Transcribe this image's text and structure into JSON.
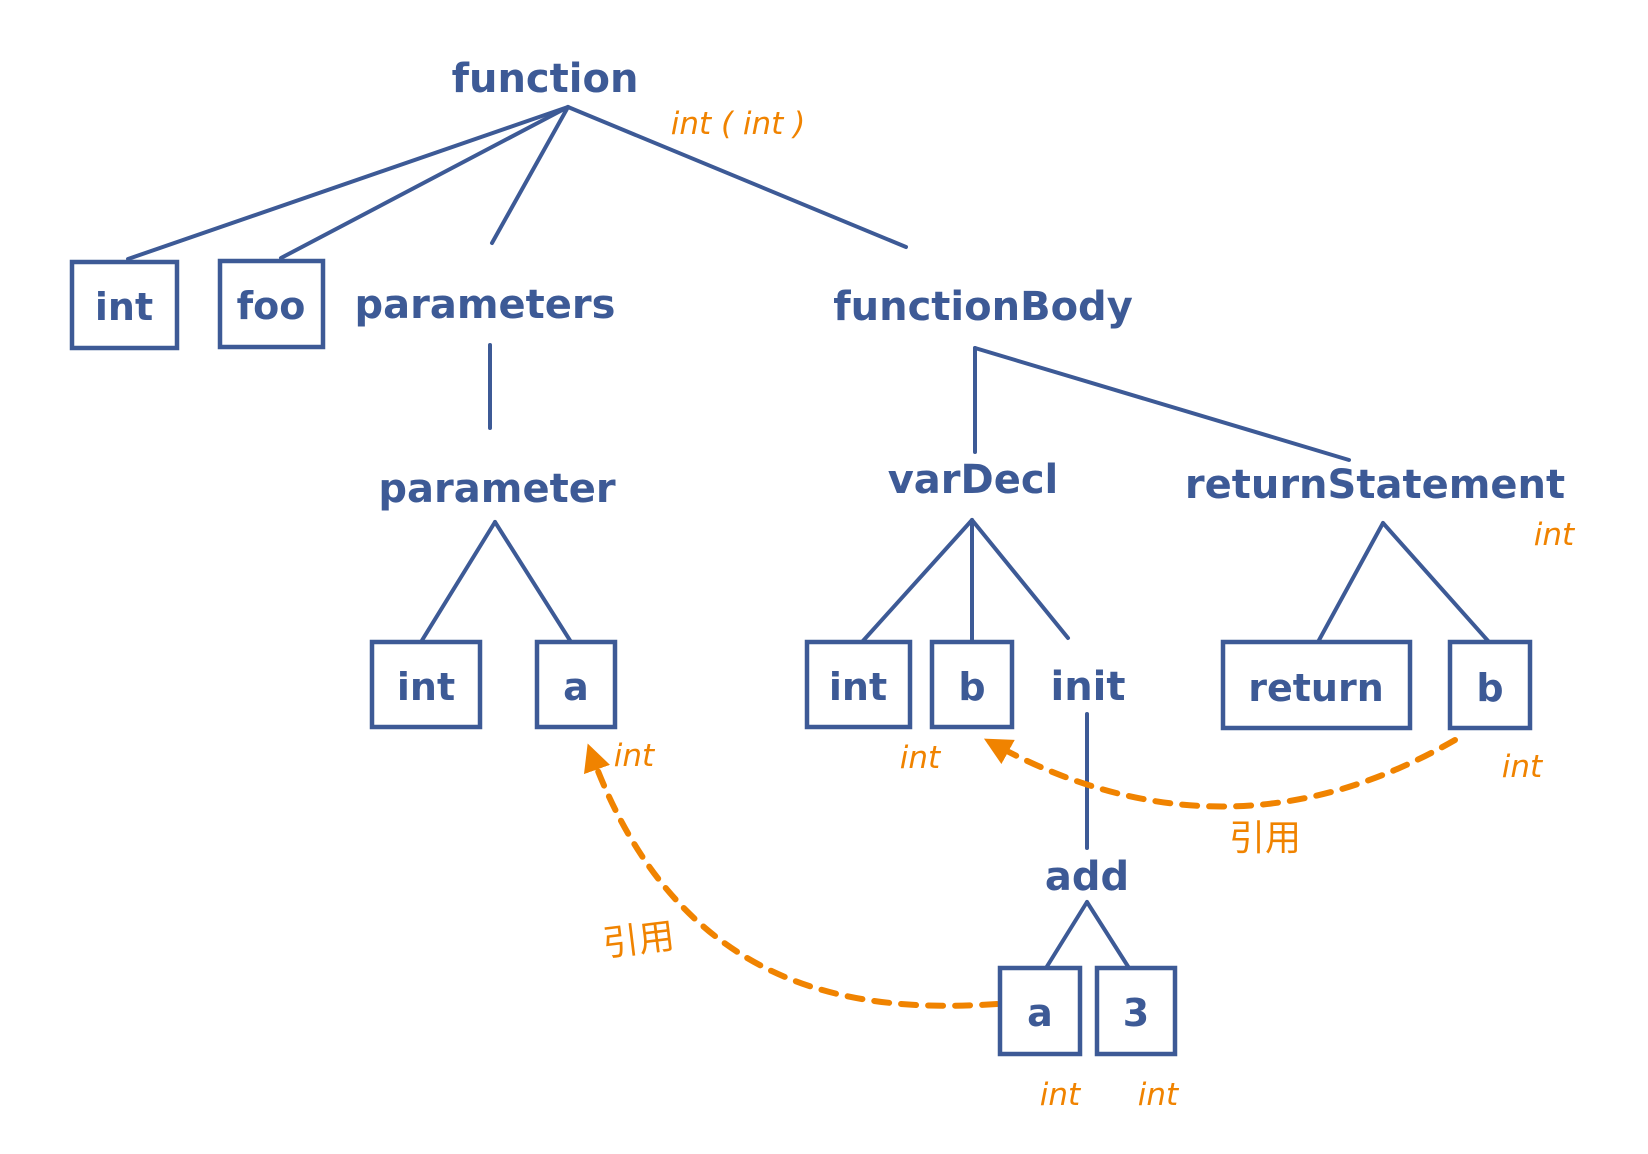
{
  "colors": {
    "node_blue": "#3d5a96",
    "annotation_orange": "#f08300",
    "background": "#ffffff"
  },
  "root": {
    "label": "function",
    "type_annotation": "int ( int )"
  },
  "function_children": {
    "return_type": "int",
    "function_name": "foo",
    "parameters_label": "parameters",
    "function_body_label": "functionBody"
  },
  "parameter_subtree": {
    "parameter_label": "parameter",
    "param_type": "int",
    "param_name": "a",
    "param_name_type": "int"
  },
  "var_decl_subtree": {
    "var_decl_label": "varDecl",
    "var_type": "int",
    "var_name": "b",
    "var_name_type": "int",
    "init_label": "init"
  },
  "add_subtree": {
    "add_label": "add",
    "left_operand": "a",
    "left_operand_type": "int",
    "right_operand": "3",
    "right_operand_type": "int"
  },
  "return_subtree": {
    "return_statement_label": "returnStatement",
    "return_statement_type": "int",
    "return_keyword": "return",
    "return_value": "b",
    "return_value_type": "int"
  },
  "references": {
    "add_operand_to_param_label": "引用",
    "return_value_to_var_label": "引用"
  }
}
